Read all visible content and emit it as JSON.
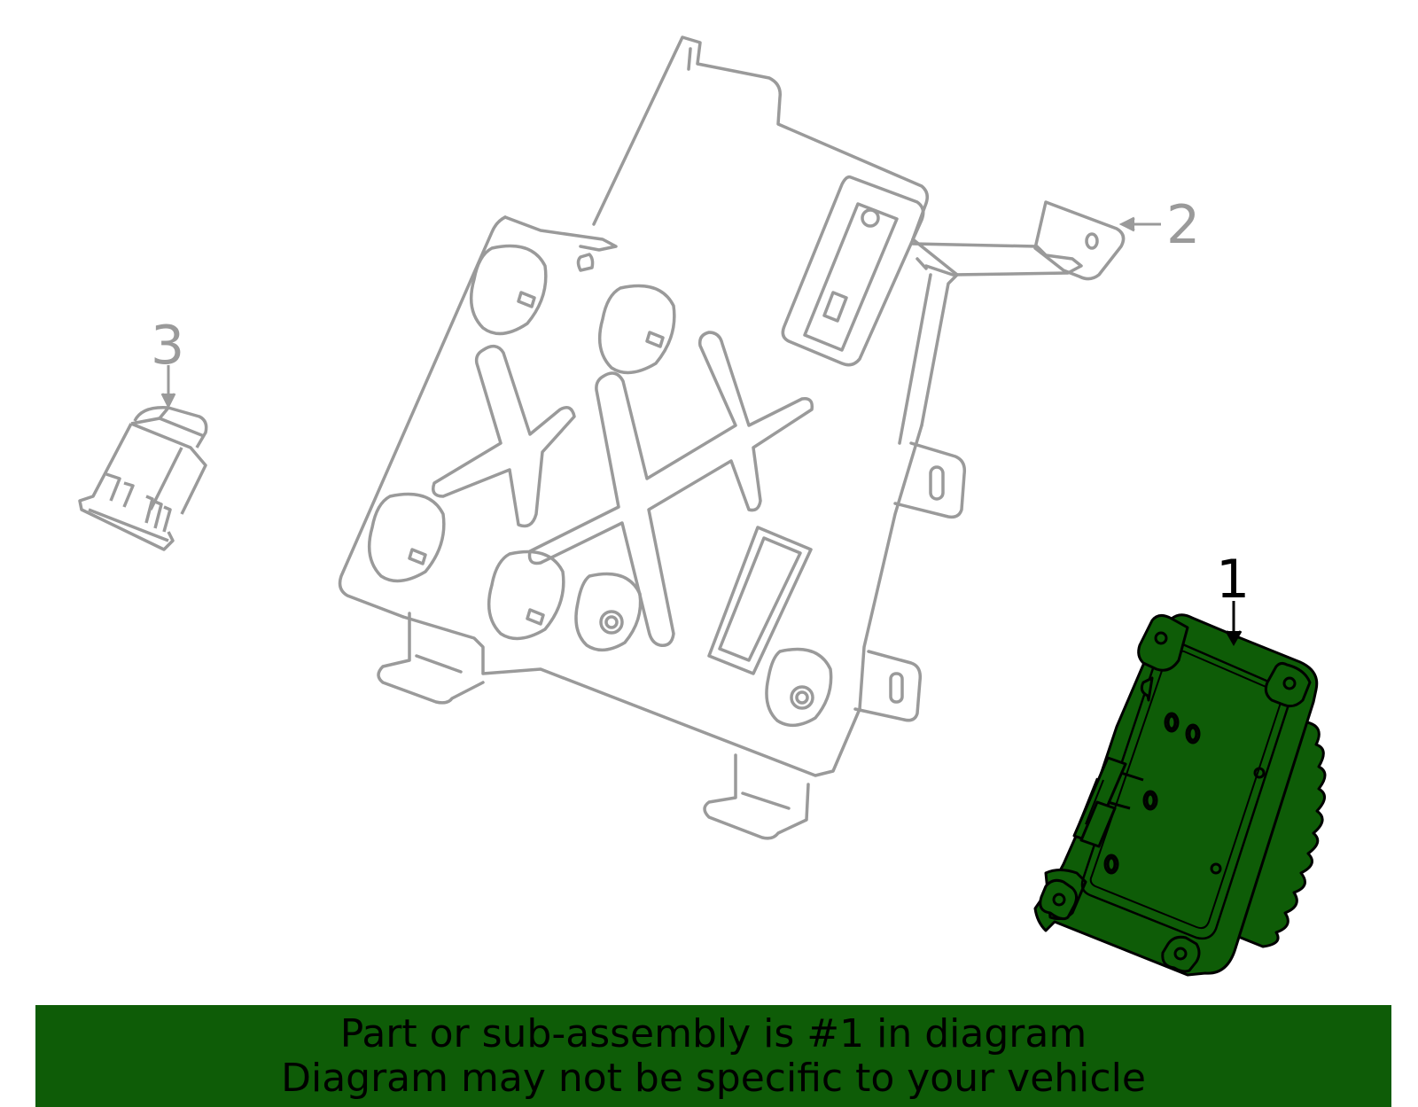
{
  "callouts": {
    "part1": "1",
    "part2": "2",
    "part3": "3"
  },
  "banner": {
    "line1": "Part or sub-assembly is #1 in diagram",
    "line2": "Diagram may not be specific to your vehicle"
  },
  "colors": {
    "highlight_fill": "#0e5c07",
    "outline_grey": "#9a9a9a",
    "ink": "#000000",
    "background": "#ffffff"
  }
}
